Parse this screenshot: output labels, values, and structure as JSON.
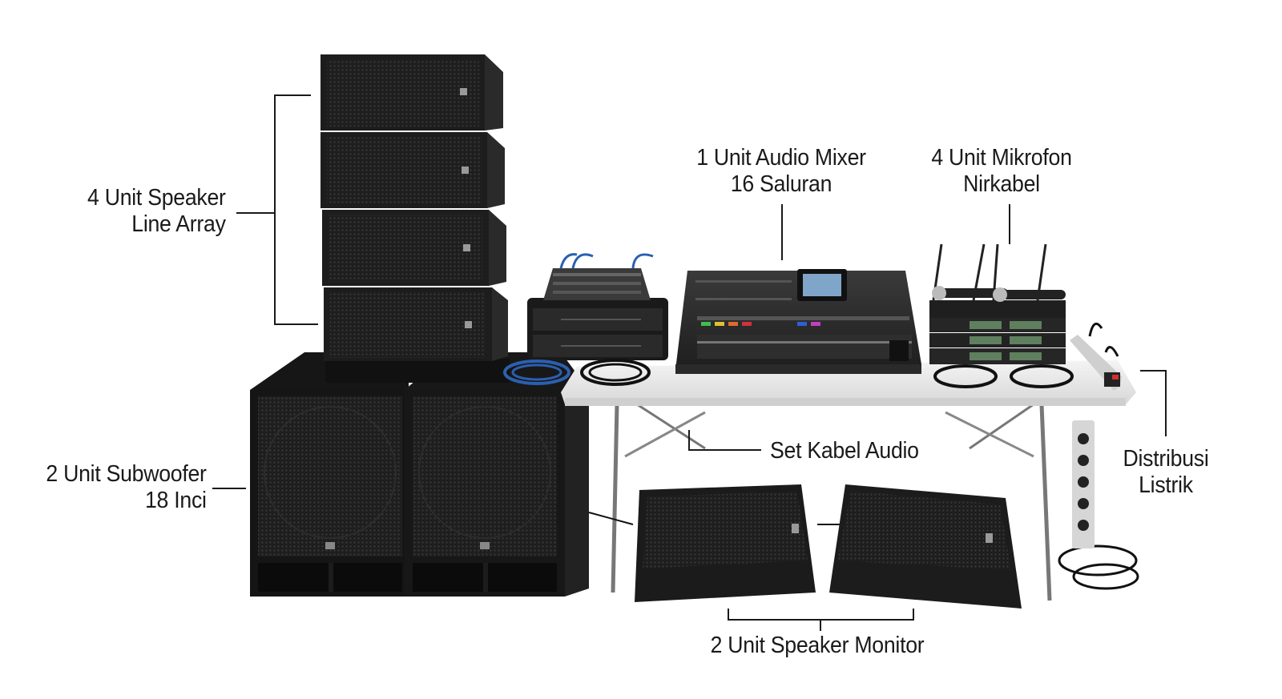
{
  "labels": {
    "line_array": {
      "line1": "4 Unit Speaker",
      "line2": "Line Array"
    },
    "subwoofer": {
      "line1": "2 Unit Subwoofer",
      "line2": "18 Inci"
    },
    "mixer": {
      "line1": "1 Unit Audio Mixer",
      "line2": "16 Saluran"
    },
    "microphones": {
      "line1": "4 Unit Mikrofon",
      "line2": "Nirkabel"
    },
    "cables": {
      "line1": "Set Kabel Audio"
    },
    "power": {
      "line1": "Distribusi",
      "line2": "Listrik"
    },
    "monitors": {
      "line1": "2 Unit Speaker Monitor"
    }
  },
  "colors": {
    "background": "#ffffff",
    "speaker_body": "#1c1c1c",
    "speaker_grille": "#2a2a2a",
    "table_top": "#ececec",
    "label_text": "#1a1a1a",
    "callout_line": "#1a1a1a",
    "cable_blue": "#2b5fb0"
  }
}
